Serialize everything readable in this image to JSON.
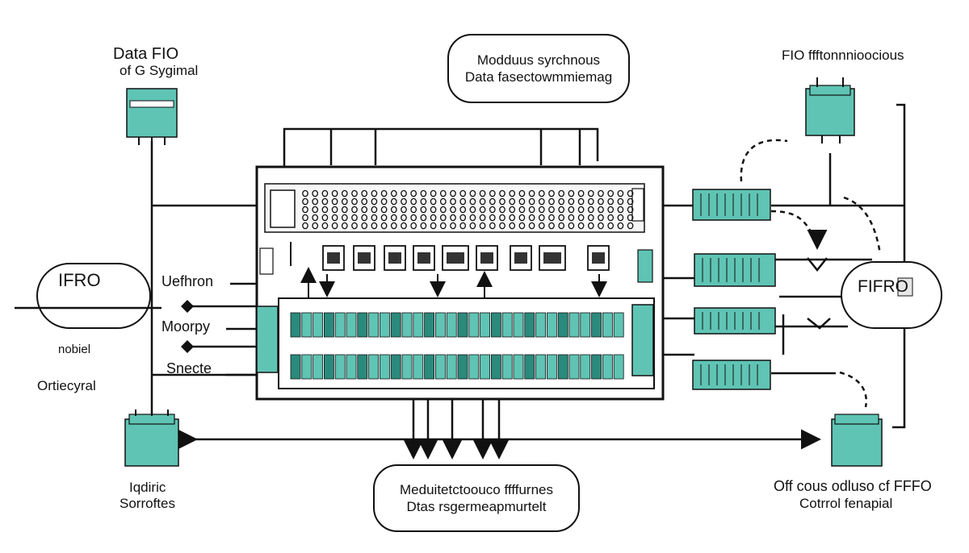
{
  "labels": {
    "top_left_title": "Data FIO",
    "top_left_subtitle": "of G Sygimal",
    "top_right_title": "FIO ffftonnnioocious",
    "left_bubble": "IFRO",
    "left_note": "nobiel",
    "left_caption": "Ortiecyral",
    "bottom_left_line1": "Iqdiric",
    "bottom_left_line2": "Sorroftes",
    "bottom_right_line1": "Off cous odluso cf FFFO",
    "bottom_right_line2": "Cotrrol fenapial",
    "right_bubble": "FIFRO",
    "signal_1": "Uefhron",
    "signal_2": "Moorpy",
    "signal_3": "Snecte"
  },
  "callouts": {
    "top_line1": "Modduus syrchnous",
    "top_line2": "Data fasectowmmiemag",
    "bottom_line1": "Meduitetctoouco ffffurnes",
    "bottom_line2": "Dtas rsgermeapmurtelt"
  },
  "colors": {
    "teal": "#5fc4b4",
    "teal_dark": "#2a8a7c",
    "line": "#111111"
  },
  "icons": [
    "fifo-chip-icon",
    "memory-module-icon",
    "connector-icon"
  ]
}
